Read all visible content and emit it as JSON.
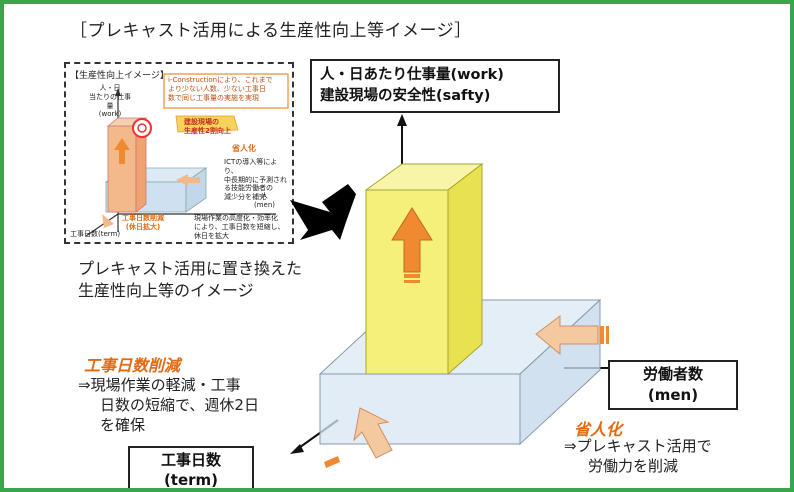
{
  "title": "［プレキャスト活用による生産性向上等イメージ］",
  "inset": {
    "title": "【生産性向上イメージ】",
    "y_axis": [
      "人・日",
      "当たりの仕事量",
      "(work)"
    ],
    "callout": [
      "i-Constructionにより、これまで",
      "より少ない人数、少ない工事日",
      "数で同じ工事量の実施を実現"
    ],
    "target": [
      "建設現場の",
      "生産性2割向上"
    ],
    "saving_head": "省人化",
    "saving_text": [
      "ICTの導入等により、",
      "中長期的に予測され",
      "る技能労働者の",
      "減少分を補完"
    ],
    "men_axis": [
      "人",
      "(men)"
    ],
    "term_head": [
      "工事日数削減",
      "(休日拡大)"
    ],
    "term_text": [
      "現場作業の高度化・効率化",
      "により、工事日数を短縮し、",
      "休日を拡大"
    ],
    "term_axis": "工事日数(term)"
  },
  "axis_label": {
    "line1": "人・日あたり仕事量(work)",
    "line2": "建設現場の安全性(safty)"
  },
  "caption": [
    "プレキャスト活用に置き換えた",
    "生産性向上等のイメージ"
  ],
  "term_reduction": {
    "heading": "工事日数削減",
    "lines": [
      "⇒現場作業の軽減・工事",
      "日数の短縮で、週休2日",
      "を確保"
    ]
  },
  "men_axis": {
    "line1": "労働者数",
    "line2": "(men)"
  },
  "term_axis": {
    "line1": "工事日数",
    "line2": "(term)"
  },
  "labor_saving": {
    "heading": "省人化",
    "lines": [
      "⇒プレキャスト活用で",
      "労働力を削減"
    ]
  },
  "colors": {
    "frame": "#3aa64a",
    "arrow_orange": "#f08a30",
    "arrow_light": "#f4c9a0",
    "column_yellow": "#f4f07a",
    "box_blue": "#d8e6f3",
    "accent_text": "#e26a12"
  }
}
